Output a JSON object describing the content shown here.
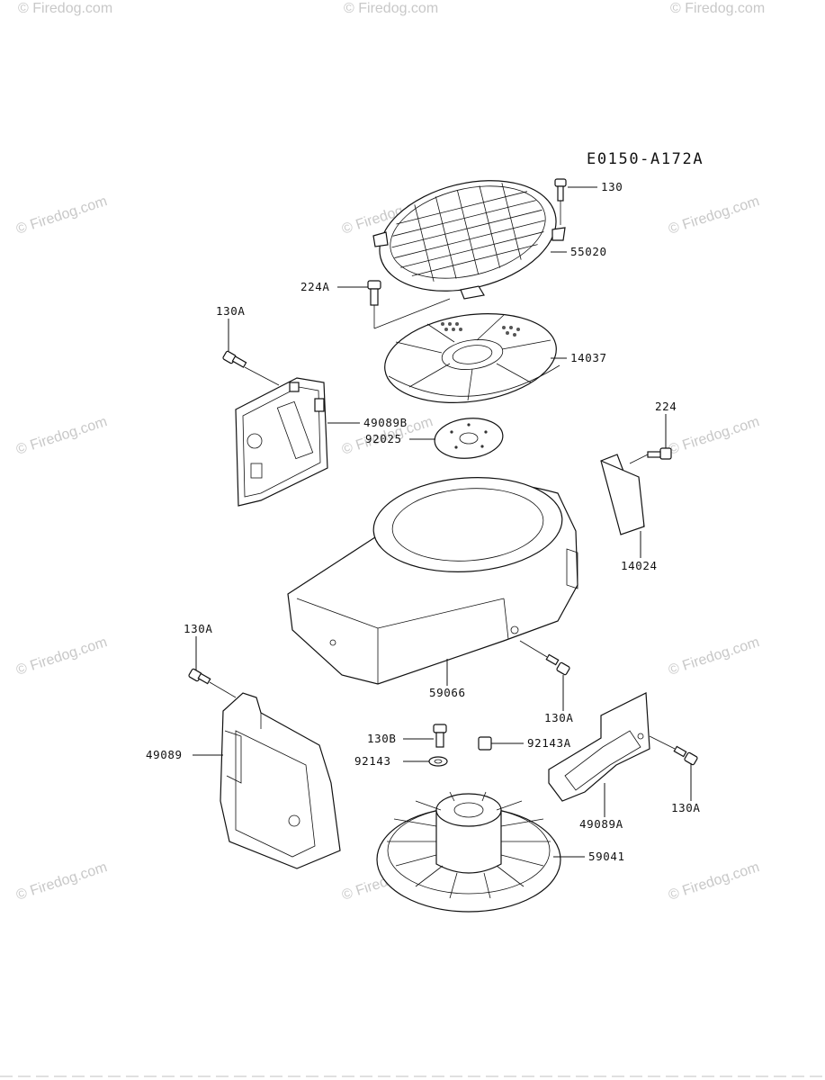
{
  "diagram_code": "E0150-A172A",
  "watermark": "© Firedog.com",
  "parts": {
    "bolt_130": "130",
    "screen_55020": "55020",
    "bolt_224A": "224A",
    "bolt_130A_top": "130A",
    "fan_cover_14037": "14037",
    "bracket_49089B": "49089B",
    "plate_92025": "92025",
    "bolt_224": "224",
    "guide_14024": "14024",
    "bolt_130A_left": "130A",
    "housing_59066": "59066",
    "bolt_130A_mid": "130A",
    "bolt_130B": "130B",
    "nut_92143A": "92143A",
    "washer_92143": "92143",
    "shroud_49089": "49089",
    "bolt_130A_right": "130A",
    "cover_49089A": "49089A",
    "flywheel_59041": "59041"
  }
}
